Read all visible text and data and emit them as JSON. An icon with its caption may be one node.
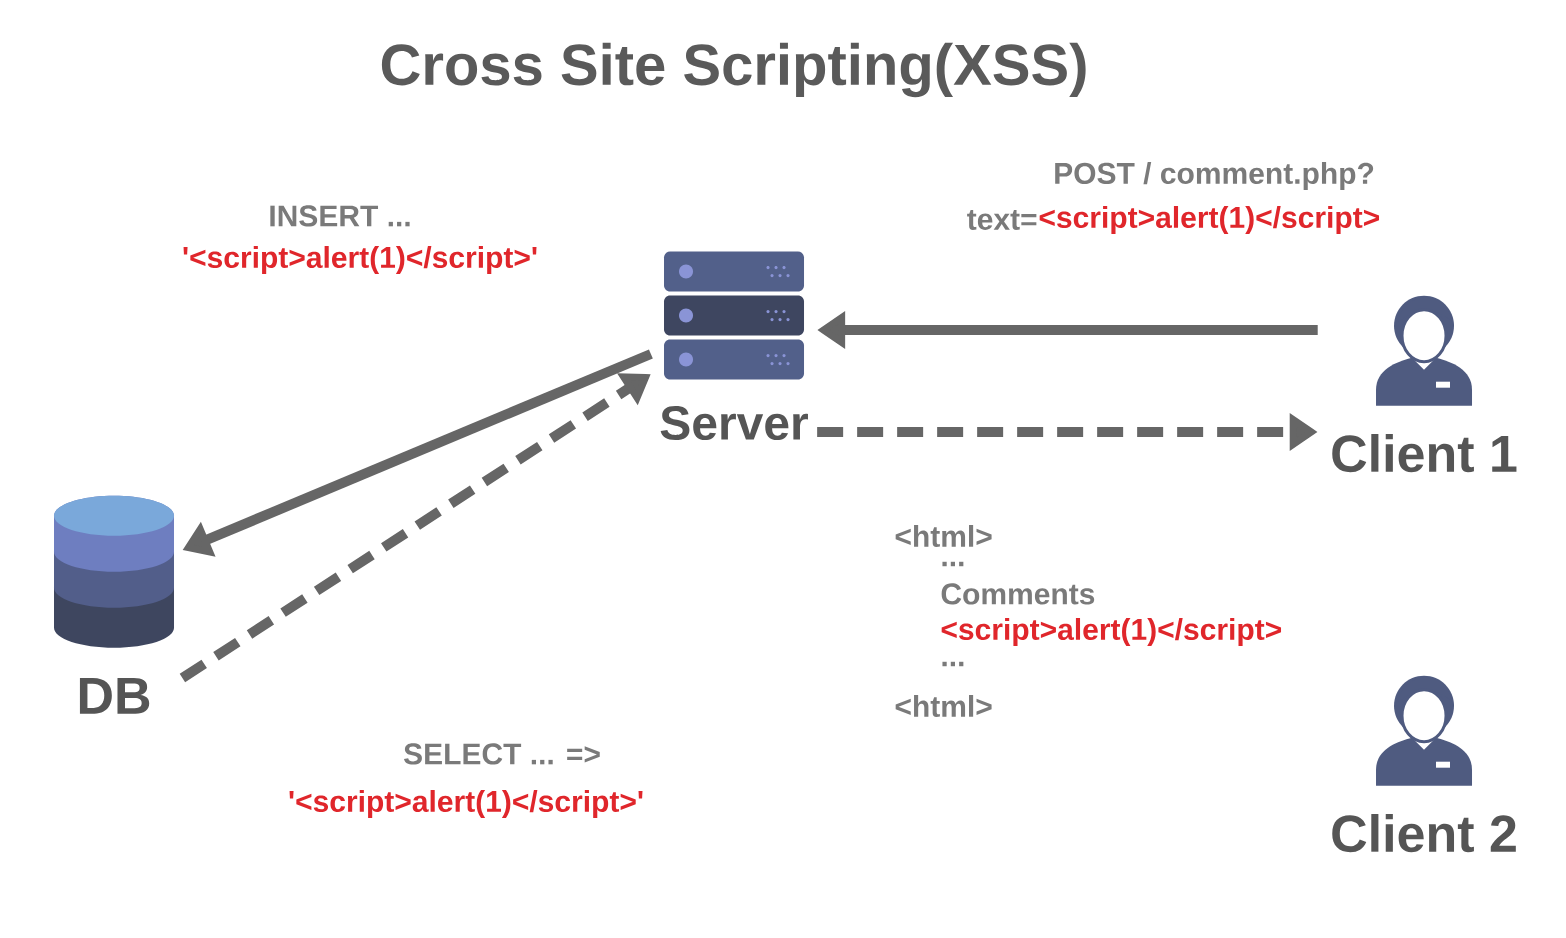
{
  "diagram": {
    "title": "Cross Site Scripting(XSS)",
    "nodes": [
      {
        "text": [
          "Server"
        ]
      },
      {
        "text": [
          "Client 1"
        ]
      },
      {
        "text": [
          "DB"
        ]
      },
      {
        "text": [
          "Client 2"
        ]
      }
    ],
    "edges": [
      {
        "from": 1,
        "to": 0,
        "arrow": "to"
      },
      {
        "from": 0,
        "to": 1,
        "arrow": "to",
        "style": "dashed"
      },
      {
        "from": 0,
        "to": 2,
        "arrow": "to"
      },
      {
        "from": 2,
        "to": 0,
        "arrow": "to",
        "style": "dashed"
      }
    ],
    "labels": [
      "INSERT ...",
      "'<script>alert(1)</script>'",
      "POST / comment.php?",
      "text=",
      "<script>alert(1)</script>",
      "<html>",
      "...",
      "Comments",
      "<script>alert(1)</script>",
      "...",
      "<html>",
      "SELECT ... =>",
      "'<script>alert(1)</script>'"
    ]
  }
}
